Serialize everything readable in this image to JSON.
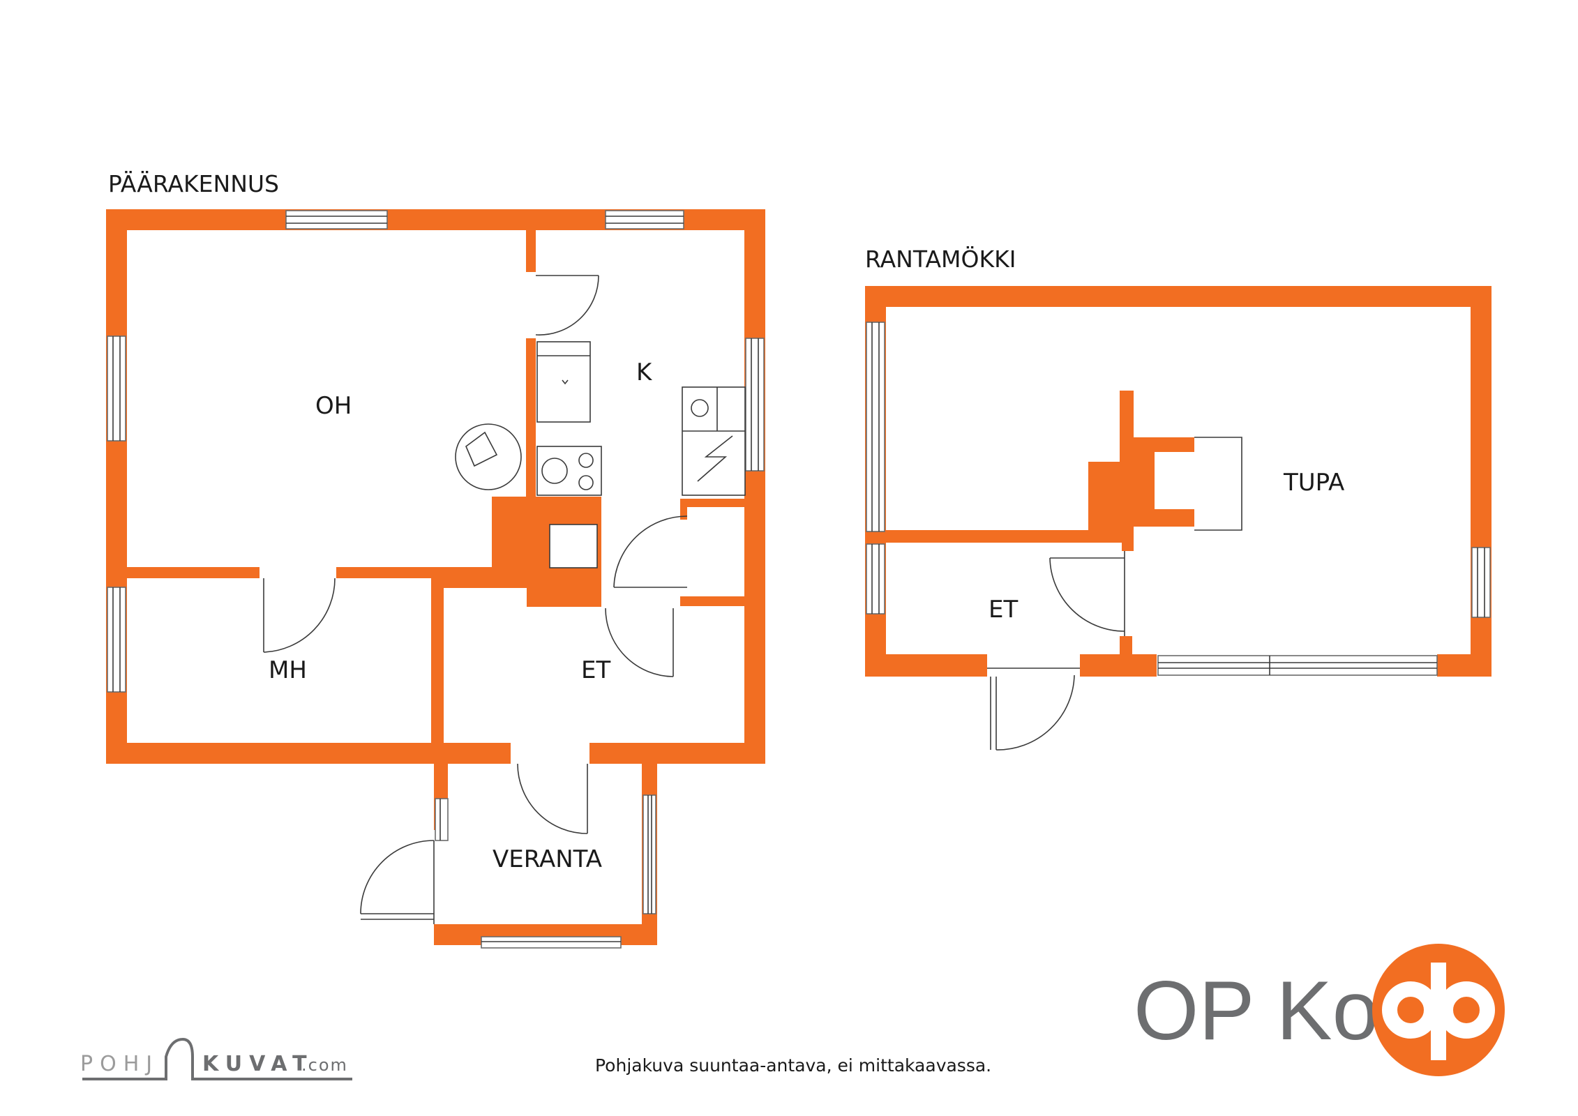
{
  "buildings": {
    "main": {
      "label": "PÄÄRAKENNUS"
    },
    "cabin": {
      "label": "RANTAMÖKKI"
    }
  },
  "rooms": {
    "oh": "OH",
    "k": "K",
    "mh": "MH",
    "et_main": "ET",
    "veranta": "VERANTA",
    "tupa": "TUPA",
    "et_cabin": "ET"
  },
  "footnote": "Pohjakuva suuntaa-antava, ei mittakaavassa.",
  "brand": {
    "name": "OP Koti",
    "logo_icon": "op-logo-icon",
    "color": "#F26E22"
  },
  "credit": {
    "part1": "POHJ",
    "part2": "KUVAT",
    "suffix": ".com"
  },
  "colors": {
    "wall": "#F26E22",
    "text": "#1a1a1a",
    "brand_gray": "#6d6e70"
  }
}
